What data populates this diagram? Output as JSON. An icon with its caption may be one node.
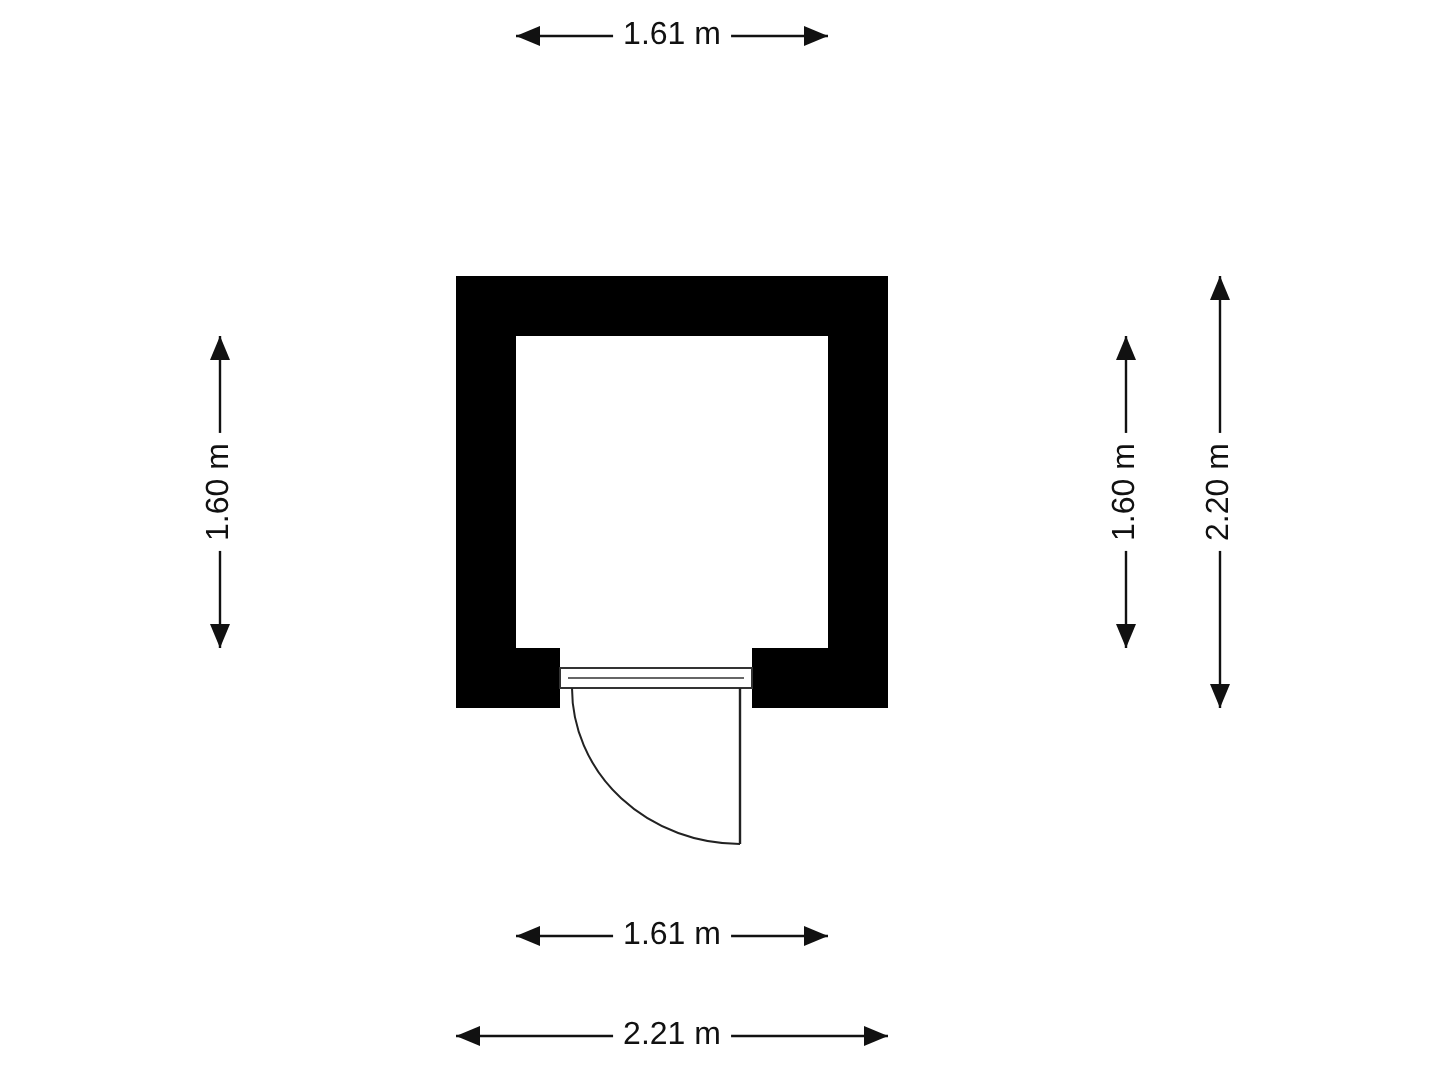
{
  "diagram": {
    "labels": [
      "1.61 m",
      "1.60 m",
      "1.60 m",
      "2.20 m",
      "1.61 m",
      "2.21 m"
    ]
  }
}
